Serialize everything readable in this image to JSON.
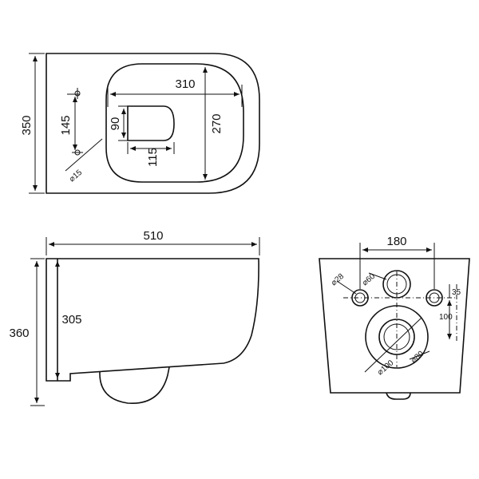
{
  "top_view": {
    "overall_length": "350",
    "inner_width": "310",
    "inner_length": "270",
    "hole_offset": "145",
    "slot_height": "90",
    "slot_width": "115",
    "hole_diameter": "⌀15"
  },
  "side_view": {
    "overall_length": "510",
    "overall_height": "360",
    "rim_height": "305"
  },
  "rear_view": {
    "bolt_spacing": "180",
    "bolt_offset": "35",
    "outlet_offset": "100",
    "bolt_hole_diameter": "⌀28",
    "inlet_diameter": "⌀60",
    "outlet_outer_diameter": "⌀100",
    "outlet_inner_diameter": "⌀80"
  }
}
